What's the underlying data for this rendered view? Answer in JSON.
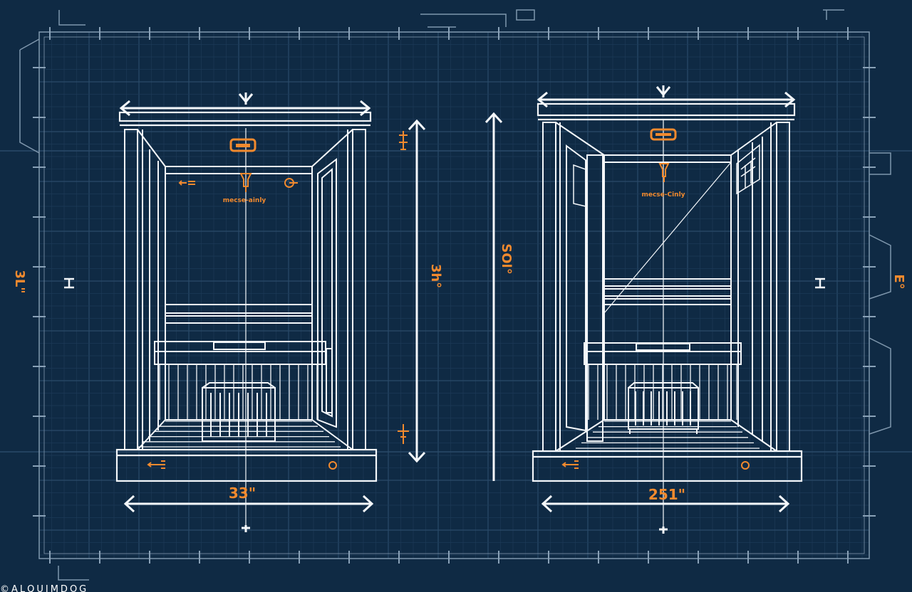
{
  "colors": {
    "background": "#0f2a44",
    "grid_minor": "#1d3a57",
    "grid_major": "#2a4a69",
    "line": "#f4f7fa",
    "accent": "#f28a2e"
  },
  "left_elevation": {
    "width_label": "33\"",
    "height_label": "3h°",
    "side_label": "3L\"",
    "ceiling_note": "mecse-ainly"
  },
  "right_elevation": {
    "width_label": "251\"",
    "height_label": "SOl°",
    "side_label": "E°",
    "ceiling_note": "mecse-Cinly"
  },
  "watermark": "©ALQUIMDOG",
  "icons": {
    "ceiling_light": "lamp-icon",
    "thermometer": "thermometer-icon",
    "thermostat": "dial-icon",
    "door_handle": "handle-icon"
  }
}
